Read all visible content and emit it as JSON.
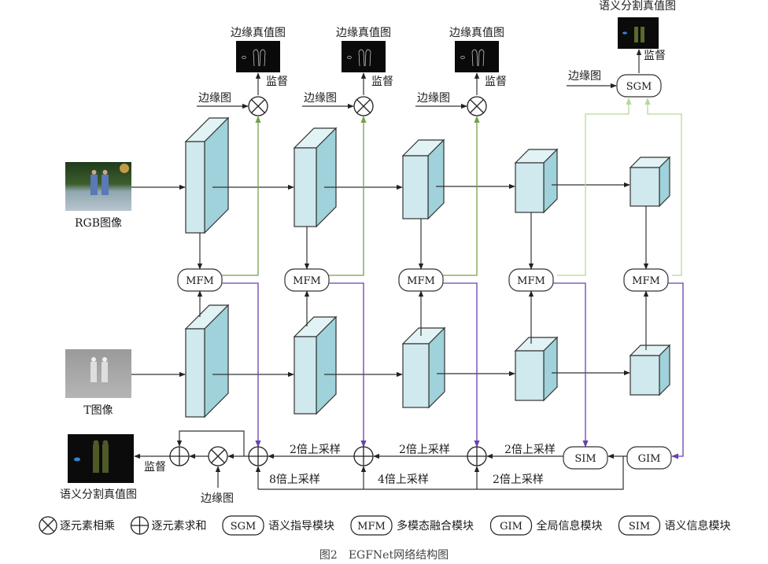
{
  "figure": {
    "caption_prefix": "图2",
    "caption_text": "EGFNet网络结构图"
  },
  "inputs": {
    "rgb_label": "RGB图像",
    "t_label": "T图像"
  },
  "edge_branch": {
    "gt_label": "边缘真值图",
    "edge_map_label": "边缘图",
    "supervise_label": "监督"
  },
  "semantic_branch": {
    "gt_label": "语义分割真值图",
    "edge_map_label": "边缘图",
    "supervise_label": "监督",
    "module": "SGM"
  },
  "fusion": {
    "module": "MFM",
    "count": 5
  },
  "decoder": {
    "sim": "SIM",
    "gim": "GIM",
    "up2": "2倍上采样",
    "up4": "4倍上采样",
    "up8": "8倍上采样",
    "edge_map_label": "边缘图",
    "supervise_label": "监督",
    "gt_label": "语义分割真值图"
  },
  "legend": [
    {
      "symbol": "multiply",
      "text": "逐元素相乘"
    },
    {
      "symbol": "add",
      "text": "逐元素求和"
    },
    {
      "symbol": "box",
      "box": "SGM",
      "text": "语义指导模块"
    },
    {
      "symbol": "box",
      "box": "MFM",
      "text": "多模态融合模块"
    },
    {
      "symbol": "box",
      "box": "GIM",
      "text": "全局信息模块"
    },
    {
      "symbol": "box",
      "box": "SIM",
      "text": "语义信息模块"
    }
  ],
  "colors": {
    "block_front": "#cfe9ee",
    "block_top": "#e2f3f5",
    "block_side": "#9fd2da",
    "line": "#333333",
    "green_dark": "#76a04a",
    "green_light": "#b7d89a",
    "purple": "#6a3fb3"
  }
}
